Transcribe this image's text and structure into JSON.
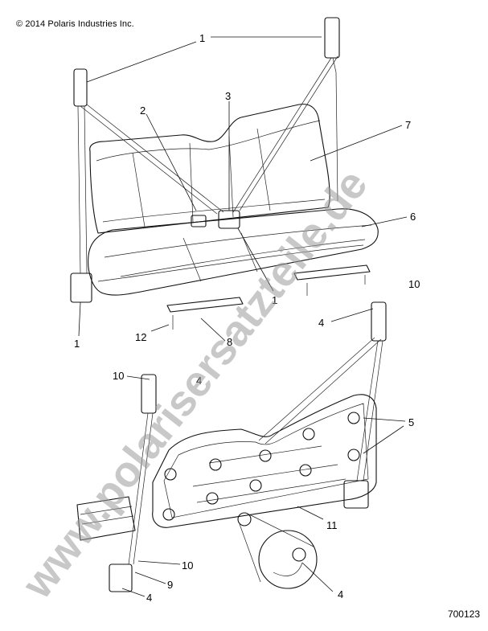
{
  "copyright": "© 2014 Polaris Industries Inc.",
  "figure_number": "700123",
  "watermark": "www.polarisersatzteile.de",
  "callouts": [
    {
      "id": "c1a",
      "text": "1"
    },
    {
      "id": "c2",
      "text": "2"
    },
    {
      "id": "c3",
      "text": "3"
    },
    {
      "id": "c7",
      "text": "7"
    },
    {
      "id": "c6",
      "text": "6"
    },
    {
      "id": "c1b",
      "text": "1"
    },
    {
      "id": "c1c",
      "text": "1"
    },
    {
      "id": "c10a",
      "text": "10"
    },
    {
      "id": "c4a",
      "text": "4"
    },
    {
      "id": "c12",
      "text": "12"
    },
    {
      "id": "c8",
      "text": "8"
    },
    {
      "id": "c10b",
      "text": "10"
    },
    {
      "id": "c4b",
      "text": "4"
    },
    {
      "id": "c5",
      "text": "5"
    },
    {
      "id": "c11",
      "text": "11"
    },
    {
      "id": "c10c",
      "text": "10"
    },
    {
      "id": "c9",
      "text": "9"
    },
    {
      "id": "c4c",
      "text": "4"
    },
    {
      "id": "c4d",
      "text": "4"
    }
  ]
}
